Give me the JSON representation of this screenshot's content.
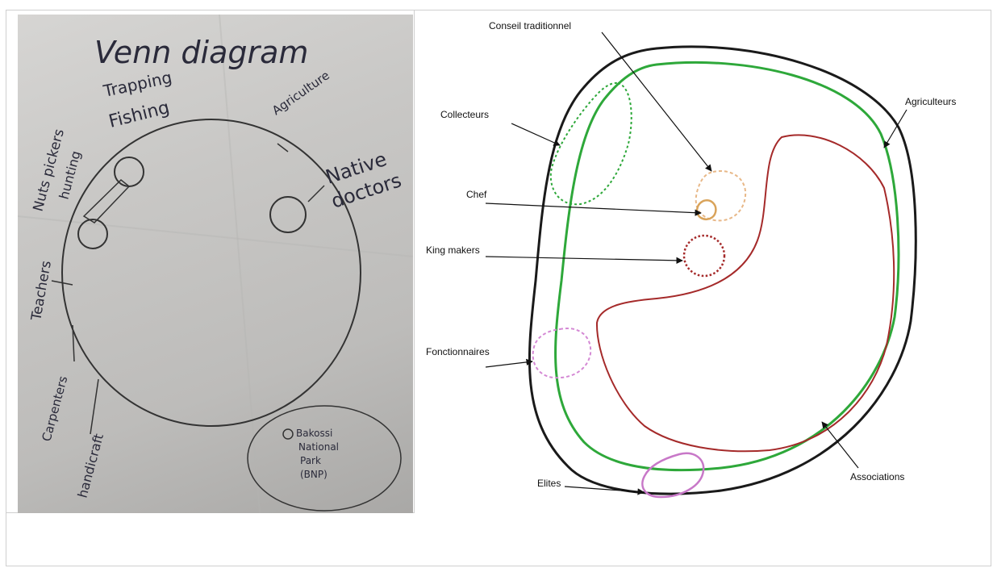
{
  "photo": {
    "title": "Venn diagram",
    "labels": {
      "trapping": "Trapping",
      "fishing": "Fishing",
      "hunting": "hunting",
      "nuts": "Nuts pickers",
      "agriculture": "Agriculture",
      "native": "Native",
      "doctors": "doctors",
      "teachers": "Teachers",
      "carpenters": "Carpenters",
      "handicraft": "handicraft",
      "park_1": "Bakossi",
      "park_2": "National",
      "park_3": "Park",
      "park_4": "(BNP)"
    }
  },
  "diagram": {
    "labels": {
      "conseil": "Conseil traditionnel",
      "collecteurs": "Collecteurs",
      "agriculteurs": "Agriculteurs",
      "chef": "Chef",
      "king": "King makers",
      "fonctionnaires": "Fonctionnaires",
      "associations": "Associations",
      "elites": "Elites"
    },
    "colors": {
      "outer": "#1a1a1a",
      "agriculteurs": "#2ea83a",
      "associations": "#a52a2a",
      "collecteurs": "#2ea83a",
      "conseil": "#e8b888",
      "chef": "#d9a35a",
      "king": "#a52a2a",
      "fonctionnaires": "#d488d4",
      "elites": "#c878c8"
    }
  }
}
